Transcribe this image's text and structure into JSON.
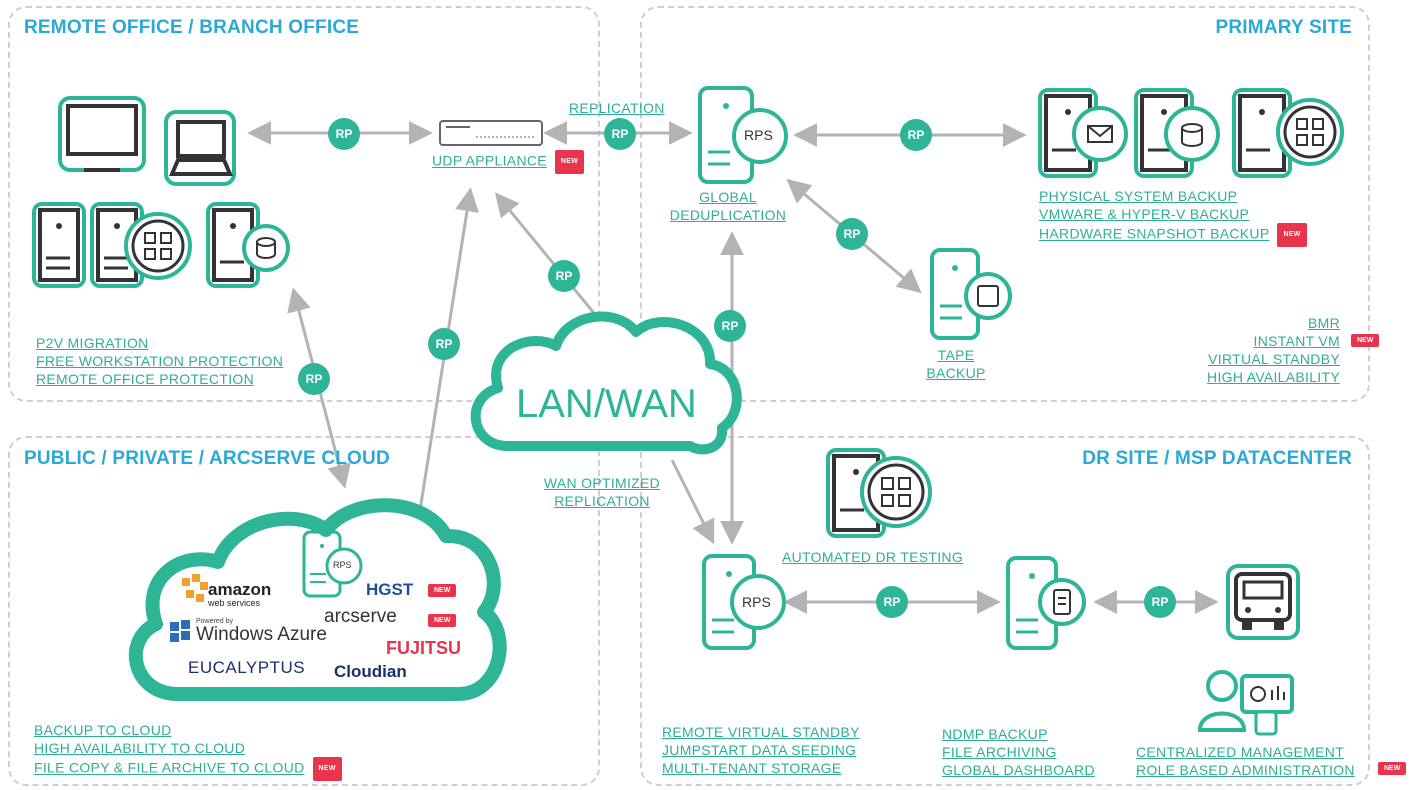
{
  "regions": {
    "remote_office": "REMOTE OFFICE / BRANCH OFFICE",
    "primary_site": "PRIMARY SITE",
    "cloud": "PUBLIC / PRIVATE / ARCSERVE CLOUD",
    "dr_site": "DR SITE / MSP DATACENTER"
  },
  "badge": "NEW",
  "rp": "RP",
  "rps": "RPS",
  "network": {
    "cloud": "LAN/WAN",
    "optimized_line1": "WAN OPTIMIZED",
    "optimized_line2": "REPLICATION"
  },
  "labels": {
    "replication": "REPLICATION",
    "udp_appliance": "UDP APPLIANCE",
    "global_dedup_line1": "GLOBAL",
    "global_dedup_line2": "DEDUPLICATION",
    "tape_line1": "TAPE",
    "tape_line2": "BACKUP",
    "automated_dr": "AUTOMATED DR TESTING"
  },
  "lists": {
    "remote": [
      "P2V MIGRATION",
      "FREE WORKSTATION PROTECTION",
      "REMOTE OFFICE PROTECTION"
    ],
    "primary_backup": [
      "PHYSICAL SYSTEM BACKUP",
      "VMWARE & HYPER-V BACKUP",
      "HARDWARE SNAPSHOT BACKUP"
    ],
    "primary_recovery": [
      "BMR",
      "INSTANT VM",
      "VIRTUAL STANDBY",
      "HIGH AVAILABILITY"
    ],
    "cloud": [
      "BACKUP TO CLOUD",
      "HIGH AVAILABILITY TO CLOUD",
      "FILE COPY & FILE ARCHIVE TO CLOUD"
    ],
    "dr_standby": [
      "REMOTE VIRTUAL STANDBY",
      "JUMPSTART DATA SEEDING",
      "MULTI-TENANT STORAGE"
    ],
    "dr_ndmp": [
      "NDMP BACKUP",
      "FILE ARCHIVING",
      "GLOBAL DASHBOARD"
    ],
    "dr_mgmt": [
      "CENTRALIZED MANAGEMENT",
      "ROLE BASED ADMINISTRATION"
    ]
  },
  "cloud_logos": {
    "amazon_line1": "amazon",
    "amazon_line2": "web services",
    "azure_line1": "Powered by",
    "azure_line2": "Windows Azure",
    "hgst": "HGST",
    "arcserve": "arcserve",
    "fujitsu": "FUJITSU",
    "eucalyptus": "EUCALYPTUS",
    "cloudian": "Cloudian"
  },
  "colors": {
    "teal": "#2eb597",
    "label_teal": "#2eaf95",
    "title_blue": "#2aa8d6",
    "new_red": "#e8344c",
    "arrow_gray": "#b3b3b3",
    "dark": "#333333"
  }
}
